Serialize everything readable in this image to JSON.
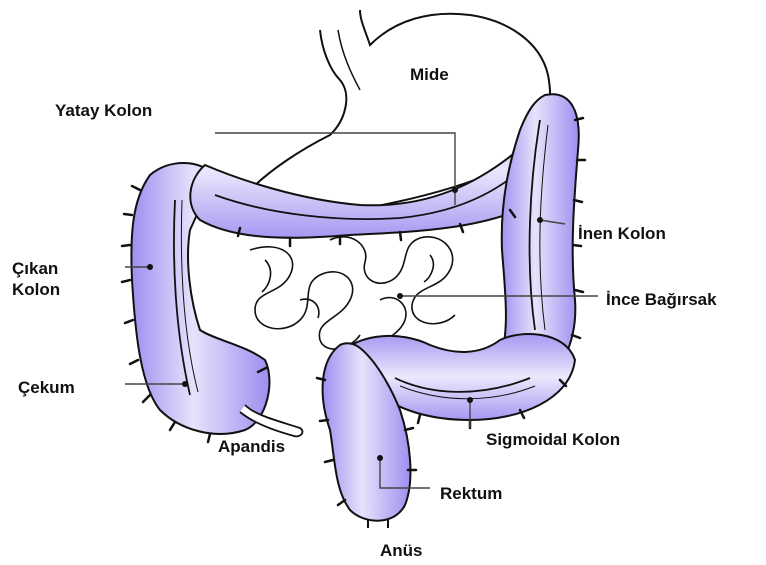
{
  "labels": {
    "mide": "Mide",
    "yatay_kolon": "Yatay Kolon",
    "cikan_kolon": "Çıkan\nKolon",
    "cekum": "Çekum",
    "apandis": "Apandis",
    "inen_kolon": "İnen Kolon",
    "ince_bagirsak": "İnce Bağırsak",
    "sigmoidal_kolon": "Sigmoidal Kolon",
    "rektum": "Rektum",
    "anus": "Anüs"
  },
  "colors": {
    "colon_fill": "#9e8ef0",
    "colon_light": "#e7e2fb",
    "outline": "#111111",
    "leader": "#444444"
  }
}
